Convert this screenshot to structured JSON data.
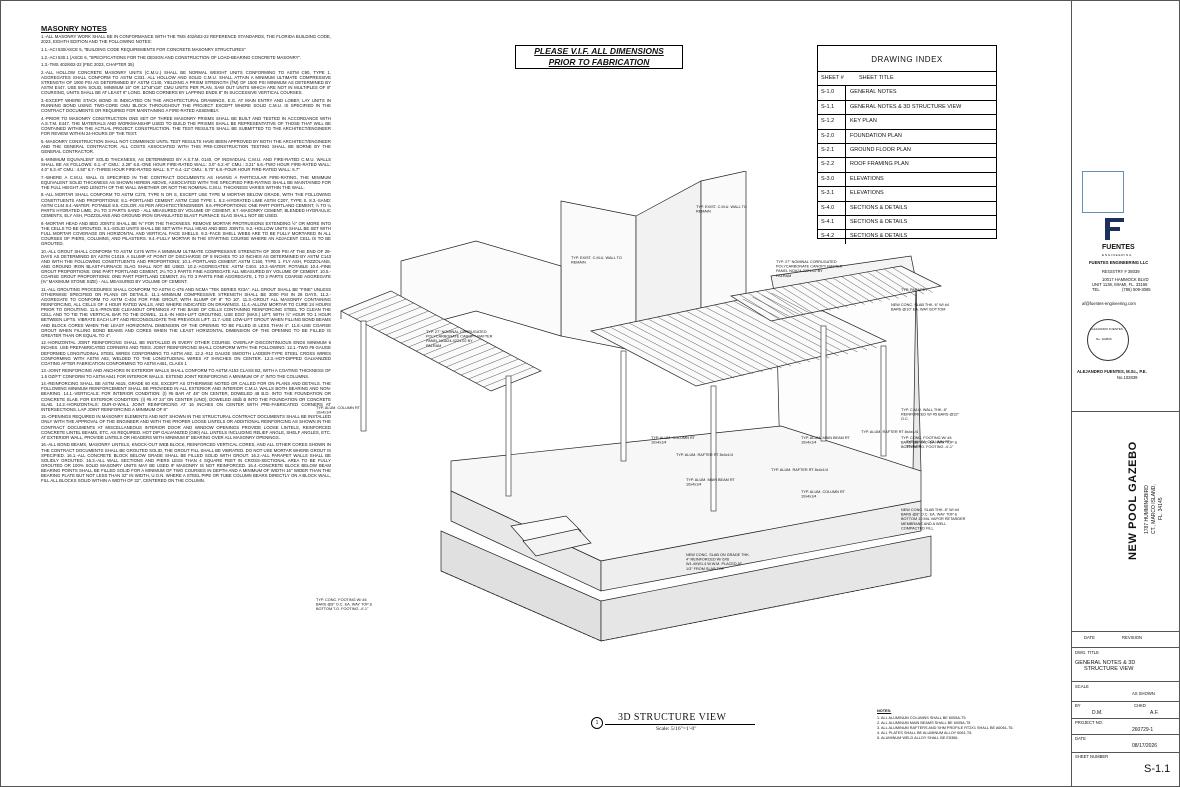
{
  "masonry_notes": {
    "title": "MASONRY NOTES",
    "paragraphs": [
      "1.-ALL MASONRY WORK SHALL BE IN CONFORMANCE WITH THE TMS 402/602-22 REFERENCE STANDARDS, THE FLORIDA BUILDING CODE, 2023, EIGHTH EDITION AND THE FOLLOWING NOTES:",
      "1.1.-ACI 530/ASCE 5, \"BUILDING CODE REQUIREMENTS FOR CONCRETE MASONRY STRUCTURES\"",
      "1.2.-ACI 530.1 (ASCE 6, \"SPECIFICATIONS FOR THE DESIGN AND CONSTRUCTION OF LOAD-BEARING CONCRETE MASONRY\".",
      "1.3.-TMS 402/602-22 (FBC 2023, CHAPTER 35)",
      "2.-ALL HOLLOW CONCRETE MASONRY UNITS (C.M.U.) SHALL BE NORMAL WEIGHT UNITS CONFORMING TO ASTM C90, TYPE 1. AGGREGATES SHALL CONFORM TO ASTM C331. ALL HOLLOW AND SOLID C.M.U. SHALL ATTAIN A MINIMUM ULTIMATE COMPRESSIVE STRENGTH OF 1900 PSI AS DETERMINED BY ASTM C140, YIELDING A PRISM STRENGTH (f'M) OF 1500 PSI MINIMUM AS DETERMINED BY ASTM E447. USE 50% SOLID, MINIMUM 16\" OR 12\"x8\"x16\" CMU UNITS PER PLAN. SAW OUT UNITS WHICH ARE NOT IN MULTIPLES OF 8\" COURSING, UNITS SHALL BE AT LEAST 8\" LONG. BOND CORNERS BY LAPPING ENDS 8\" IN SUCCESSIVE VERTICAL COURSES.",
      "3.-EXCEPT WHERE STACK BOND IS INDICATED ON THE ARCHITECTURAL DRAWINGS, E.G. AT MAIN ENTRY AND LOBBY, LAY UNITS IN RUNNING BOND USING TWO-CORE CMU BLOCK THROUGHOUT THE PROJECT EXCEPT WHERE SOLID C.M.U. IS SPECIFIED IN THE CONTRACT DOCUMENTS OR REQUIRED FOR MAINTAINING A FIRE-RATED ASSEMBLY.",
      "4.-PRIOR TO MASONRY CONSTRUCTION ONE SET OF THREE MASONRY PRISMS SHALL BE BUILT AND TESTED IN ACCORDANCE WITH A.S.T.M. E447. THE MATERIALS AND WORKMANSHIP USED TO BUILD THE PRISMS SHALL BE REPRESENTATIVE OF THOSE THAT WILL BE CONTAINED WITHIN THE ACTUAL PROJECT CONSTRUCTION. THE TEST RESULTS SHALL BE SUBMITTED TO THE ARCHITECT/ENGINEER FOR REVIEW WITHIN 24-HOURS OF THE TEST.",
      "5.-MASONRY CONSTRUCTION SHALL NOT COMMENCE UNTIL TEST RESULTS HAVE BEEN APPROVED BY BOTH THE ARCHITECT/ENGINEER AND THE GENERAL CONTRACTOR. ALL COSTS ASSOCIATED WITH THIS PRE-CONSTRUCTION TESTING SHALL BE BORNE BY THE GENERAL CONTRACTOR.",
      "6.-MINIMUM EQUIVALENT SOLID THICKNESS, AS DETERMINED BY A.S.T.M. 0140, OF INDIVIDUAL C.M.U. AND FIRE-RATED C.M.U. WALLS SHALL BE AS FOLLOWS: 6.1.-4\" CMU.: 2.28\"  6.5.-ONE HOUR FIRE-RATED WALL: 3.0\"  6.2.-6\" CMU.: 3.21\"  6.6.-TWO HOUR FIRE-RATED WALL: 4.0\"  6.3.-8\" CMU.: 4.50\"  6.7.-THREE HOUR FIRE-RATED WALL: 5.7\"  6.4.-12\" CMU.: 5.70\"  6.8.-FOUR HOUR FIRE-RATED WALL: 6.7\"",
      "7.-WHERE A C.M.U. WALL IS SPECIFIED IN THE CONTRACT DOCUMENTS AS HAVING A PARTICULAR FIRE-RATING, THE MINIMUM EQUIVALENT SOLID THICKNESS AS SHOWN HEREIN ABOVE, ASSOCIATED WITH THE SPECIFIED FIRE-RATING SHALL BE MAINTAINED FOR THE FULL HEIGHT AND LENGTH OF THE WALL WHETHER OR NOT THE NOMINAL C.M.U. THICKNESS VARIES WITHIN THE WALL.",
      "8.-ALL MORTAR SHALL CONFORM TO ASTM C270, TYPE N OR S, EXCEPT USE TYPE M MORTAR BELOW GRADE, WITH THE FOLLOWING CONSTITUENTS AND PROPORTIONS: 8.1.-PORTLAND CEMENT: ASTM C150 TYPE 1. 8.2.-HYDRATED LIME ASTM C207, TYPE S. 8.3.-SAND: ASTM C144 8.4.-WATER: POTABLE 8.5.-COLOR: AS PER ARCHITECT/ENGINEER. 8.6.-PROPORTIONS: ONE PART PORTLAND CEMENT, ½ TO ¼ PARTS HYDRATED LIME, 2¼ TO 3 PARTS SAND - ALL MEASURED BY VOLUME OF CEMENT. 8.7.-MASONRY CEMENT, BLENDED HYDRAULIC CEMENTS, ELY ASH, POZZOLANS AND GROUND IRON GRANULATED BLAST FURNACE SLAG SHALL NOT BE USED.",
      "9.-MORTAR HEAD AND BED JOINTS SHALL BE ⅜\" FOR THE THICKNESS. REMOVE MORTAR PROTRUSIONS EXTENDING ½\" OR MORE INTO THE CELLS TO BE GROUTED. 9.1.-SOLID UNITS SHALL BE SET WITH FULL HEAD AND BED JOINTS. 9.2.-HOLLOW UNITS SHALL BE SET WITH FULL MORTAR COVERAGE ON HORIZONTAL AND VERTICAL FACE SHELLS. 9.3.-FACE SHELL WEBS ARE TO BE FULLY MORTARED IN ALL COURSES OF PIERS, COLUMNS, AND PILASTERS. 9.4.-FULLY MORTAR IN THE STARTING COURSE WHERE AN ADJACENT CELL IS TO BE GROUTED.",
      "10.-ALL GROUT SHALL CONFORM TO ASTM C476 WITH A MINIMUM ULTIMATE COMPRESSIVE STRENGTH OF 3000 PSI AT THE END OF 28-DAYS AS DETERMINED BY ASTM C1019. A SLUMP AT POINT OF DISCHARGE OF 8 INCHES TO 10 INCHES AS DETERMINED BY ASTM C143 AND WITH THE FOLLOWING CONSTITUENTS AND PROPORTIONS: 10.1.-PORTLAND CEMENT: ASTM C150, TYPE 1. FLY ASH, POZZOLANS, AND GROUND IRON BLAST-FURNACE SLAG SHALL NOT BE USED. 10.2.-AGGREGATES: ASTM C404. 10.3.-WATER: POTABLE 10.4.-FINE GROUT PROPORTIONS: ONE PART PORTLAND CEMENT, 2¼ TO 3 PARTS FINE AGGREGATE ALL MEASURED BY VOLUME OF CEMENT. 10.5.-COARSE GROUT PROPORTIONS: ONE PART PORTLAND CEMENT, 2¼ TO 3 PARTS FINE AGGREGATE, 1 TO 2 PARTS COARSE AGGREGATE (⅜\" MAXIMUM STONE SIZE) - ALL MEASURED BY VOLUME OF CEMENT.",
      "11.-ALL GROUTING PROCEDURES SHALL CONFORM TO ASTM C-476 AND NCMA \"TEK SERIES #23A\". ALL GROUT SHALL BE \"FINE\" UNLESS OTHERWISE SPECIFIED ON PLANS OR DETAILS. 11.1.-MINIMUM COMPRESSIVE STRENGTH SHALL BE 3000 PSI IN 28 DAYS. 11.2.-AGGREGATE TO CONFORM TO ASTM C-404 FOR FINE GROUT, WITH SLUMP OF 8\" TO 10\". 11.3.-GROUT ALL MASONRY CONTAINING REINFORCING, ALL CELLS OF 4 HOUR RATED WALLS, AND WHERE INDICATED ON DRAWINGS. 11.4.-ALLOW MORTAR TO CURE 24 HOURS PRIOR TO GROUTING. 11.5.-PROVIDE CLEANOUT OPENINGS AT THE BASE OF CELLS CONTAINING REINFORCING STEEL TO CLEAN THE CELL AND TO TIE THE VERTICAL BAR TO THE DOWEL. 11.6.-IN HIGH-LIFT GROUTING, USE EGO' (MAX.) LIFT, WITH ½\" HOUR TO 1 HOUR BETWEEN LIFTS. VIBRATE EACH LIFT AND RECONSOLIDATE THE PREVIOUS LIFT. 11.7.-USE LOW-LIFT GROUT WHEN FILLING BOND BEAMS AND BLOCK CORES WHEN THE LEAST HORIZONTAL DIMENSION OF THE OPENING TO BE FILLED IS LESS THAN 4\". 11.8.-USE COARSE GROUT WHEN FILLING BOND BEAMS AND CORES WHEN THE LEAST HORIZONTAL DIMENSION OF THE OPENING TO BE FILLED IS GREATER THAN OR EQUAL TO 4\".",
      "12.-HORIZONTAL JOINT REINFORCING SHALL BE INSTALLED IN EVERY OTHER COURSE. OVERLAP DISCONTINUOUS ENDS MINIMUM 6 INCHES. USE PREFABRICATED CORNERS AND TEES. JOINT REINFORCING SHALL CONFORM WITH THE FOLLOWING: 12.1.-TWO #9 GAUGE DEFORMED LONGITUDINAL STEEL WIRES CONFORMING TO ASTM A82. 12.2.-#12 GAUGE SMOOTH LADDER-TYPE STEEL CROSS WIRES CONFORMING WITH ASTM A82, WELDED TO THE LONGITUDINAL WIRES AT 8-INCHES ON CENTER. 12.3.-HOT-DIPPED GALVANIZED COATING AFTER FABRICATION CONFORMING TO ASTM A461, CLASS 1",
      "13.-JOINT REINFORCING AND ANCHORS IN EXTERIOR WALLS SHALL CONFORM TO ASTM A153 CLASS B2, WITH A COATING THICKNESS OF 1.5 OZ/FT' CONFORM TO ASTM A641 FOR INTERIOR WALLS. EXTEND JOINT REINFORCING A MINIMUM OF 4\" INTO THE COLUMNS.",
      "14.-REINFORCING SHALL BE ASTM A615, GRADE 60 KSI, EXCEPT AS OTHERWISE NOTED OR CALLED FOR ON PLANS AND DETAILS. THE FOLLOWING MINIMUM REINFORCEMENT SHALL BE PROVIDED IN ALL EXTERIOR AND INTERIOR C.M.U. WALLS BOTH BEARING AND NON-BEARING. 14.1.-VERTICALS: FOR INTERIOR CONDITION: (I) #5 BAR AT 48\" ON CENTER, DOWELED 48 B.D. INTO THE FOUNDATION OR CONCRETE SLAB. FOR EXTERIOR CONDITION: (I) #5 AT 24\" ON CENTER (UNO), DOWELED 40db B INTO THE FOUNDATION OR CONCRETE SLAB. 14.2.-HORIZONTALS: DUR-O-WALL JOINT REINFORCING AT 16 INCHES ON CENTER WITH PRE-FABRICATED CORNERS AT INTERSECTIONS. LAP JOINT REINFORCING A MINIMUM OF 8\"",
      "15.-OPENINGS REQUIRED IN MASONRY ELEMENTS AND NOT SHOWN IN THE STRUCTURAL CONTRACT DOCUMENTS SHALL BE INSTALLED ONLY WITH THE APPROVAL OF THE ENGINEER AND WITH THE PROPER LOOSE LINTELS OR ADDITIONAL REINFORCING AS SHOWN IN THE CONTRACT DOCUMENTS AT MISCELLANEOUS INTERIOR DOOR AND WINDOW OPENINGS PROVIDE LOOSE LINTELS, REINFORCED CONCRETE LINTEL BEAMS, ETC. AS REQUIRED. HOT DIP GALVANIZED (G90) ALL LINTELS INCLUDING RELIEF ANGLE, SHELF ANGLES, ETC. AT EXTERIOR WALL, PROVIDE LINTELS OR HEADERS WITH MINIMUM 8\" BEARING OVER ALL MASONRY OPENINGS.",
      "16.-ALL BOND BEAMS, MASONRY LINTELS, KNOCK-OUT WEB BLOCK, REINFORCED VERTICAL CORES, AND ALL OTHER CORES SHOWN IN THE CONTRACT DOCUMENTS SHALL BE GROUTED SOLID, THE GROUT FILL SHALL BE VIBRATED. DO NOT USE MORTAR WHERE GROUT IS SPECIFIED. 16.1.-ALL CONCRETE BLOCK BELOW GRADE SHALL BE FILLED SOLID WITH GROUT. 16.2.-ALL PARAPET WALLS SHALL BE SOLIDLY GROUTED. 16.3.-ALL WALL SECTIONS AND PIERS LESS THAN 4 SQUARE FEET IN CROSS-SECTIONAL AREA TO BE FULLY GROUTED OR 100% SOLID MASONRY UNITS MAY BE USED IF MASONRY IS NOT REINFORCED. 16.4.-CONCRETE BLOCK BELOW BEAM BEARING POINTS SHALL BE FILLED SOLID FOR A MINIMUM OF TWO COURSES IN DEPTH AND A MINIMUM OF WIDTH 16\" WIDER THAN THE BEARING PLATE BUT NOT LESS THAN 32\" IN WIDTH, U.O.N. WHERE A STEEL PIPE OR TUBE COLUMN BEARS DIRECTLY ON A BLOCK WALL, FILL ALL BLOCKS SOLID WITHIN A WIDTH OF 32\", CENTERED ON THE COLUMN."
    ]
  },
  "vif_notice": {
    "line1": "PLEASE V.I.F. ALL DIMENSIONS",
    "line2": "PRIOR TO FABRICATION"
  },
  "drawing_index": {
    "title": "DRAWING INDEX",
    "header": {
      "sheet": "SHEET #",
      "title": "SHEET TITLE"
    },
    "rows": [
      {
        "sheet": "S-1.0",
        "title": "GENERAL NOTES"
      },
      {
        "sheet": "S-1.1",
        "title": "GENERAL NOTES & 3D STRUCTURE VIEW"
      },
      {
        "sheet": "S-1.2",
        "title": "KEY PLAN"
      },
      {
        "sheet": "S-2.0",
        "title": "FOUNDATION PLAN"
      },
      {
        "sheet": "S-2.1",
        "title": "GROUND FLOOR PLAN"
      },
      {
        "sheet": "S-2.2",
        "title": "ROOF FRAMING PLAN"
      },
      {
        "sheet": "S-3.0",
        "title": "ELEVATIONS"
      },
      {
        "sheet": "S-3.1",
        "title": "ELEVATIONS"
      },
      {
        "sheet": "S-4.0",
        "title": "SECTIONS & DETAILS"
      },
      {
        "sheet": "S-4.1",
        "title": "SECTIONS & DETAILS"
      },
      {
        "sheet": "S-4.2",
        "title": "SECTIONS & DETAILS"
      }
    ]
  },
  "callouts": {
    "exist_cmu_1": "TYP. EXIST. C.M.U. WALL TO REMAIN",
    "exist_cmu_2": "TYP. EXIST. C.M.U. WALL TO REMAIN",
    "canopy_1": "TYP. 27\" NOMINAL CORRUGATED POLYCARBONATE CANOPY RAFTER PANEL NOA24-0221.02 BY PALRAM",
    "canopy_2": "TYP. 27\" NOMINAL CORRUGATED POLYCARBONATE CANOPY RAFTER PANEL NOA24-0221.02 BY PALRAM",
    "parapet": "TYP. PARAPET",
    "new_slab_roof": "NEW CONC. SLAB THK. 6\" W/ #4 BARS @10\" EA. WAY BOTTOM",
    "column_1": "TYP. ALUM. COLUMN RT 10x4x1/4",
    "column_2": "TYP. ALUM. COLUMN RT 10x4x1/4",
    "column_3": "TYP. ALUM. COLUMN RT 10x4x1/4",
    "column_4": "TYP. ALUM. COLUMN RT 10x4x1/4",
    "rafter_1": "TYP. ALUM. RAFTER RT 8x4x1/4",
    "rafter_2": "TYP. ALUM. RAFTER RT 8x4x1/4",
    "rafter_3": "TYP. ALUM. RAFTER RT 8x4x1/4",
    "main_beam_1": "TYP. ALUM. MAIN BEAM RT 10x4x1/4",
    "main_beam_2": "TYP. ALUM. MAIN BEAM RT 10x4x1/4",
    "wall": "TYP. C.M.U. WALL THK. 8\" REINFORCED W/ #5 BARS @32\" O.C.",
    "footing_right": "TYP. CONC. FOOTING W/ #4 BARS @8\" O.C. EA. WAY TOP & BOTTOM T.O. FOOTING -4'-1\"",
    "footing_left": "TYP. CONC. FOOTING W/ #4 BARS @8\" O.C. EA. WAY TOP & BOTTOM T.O. FOOTING -4'-1\"",
    "slab_mid": "NEW CONC. SLAB THK. 8\" W/ #4 BARS @8\" O.C. EA. WAY TOP & BOTTOM 10 MIL VAPOR RETARDER MEMBRANE AND A WELL COMPACTED FILL",
    "slab_grade": "NEW CONC. SLAB ON GRADE THK. 4\" REINFORCED W/ 6X6 W1.4XW1.4 W.W.M. PLACED AT 1/3\" FROM SLAB TOP"
  },
  "view": {
    "number": "1",
    "title": "3D STRUCTURE VIEW",
    "scale": "Scale: 5/16\"=1'-0\""
  },
  "bottom_notes": {
    "title": "NOTES:",
    "items": [
      "1.   ALL ALUMINUM COLUMNS SHALL BE 6005A-T5",
      "2.   ALL ALUMINUM MAIN BEAMS SHALL BE 6005A-T5",
      "3.   ALL ALUMINUM RAFTERS AND SHM PROFILE RT2X1 SHALL BE A6061-T6.",
      "4.   ALL PLATES SHALL BE ALUMINUM ALLOY 6061-T6.",
      "5.   ALUMINUM WELD ALLOY SHALL BE E5356."
    ]
  },
  "title_block": {
    "company": "FUENTES ENGINEERING LLC",
    "company_sub": "E N G I N E E R I N G",
    "registry": "REGISTRY # 38039",
    "address1": "10017 HAMMOCK BLVD",
    "address2": "UNIT 1138, MIAMI, FL. 33196",
    "tel_label": "TEL",
    "tel": "(786) 509-3065",
    "email": "af@fuentes-engineering.com",
    "seal_text": "ALEJANDRO FUENTES",
    "seal_no": "No. 102839",
    "engineer": "ALEJANDRO FUENTES, M.Sc., P.E.",
    "engineer_no": "No.102839",
    "project_title": "NEW POOL GAZEBO",
    "project_addr1": "1787 HUMMINGBIRD",
    "project_addr2": "CT., MARCO ISLAND,",
    "project_addr3": "FL. 34145",
    "rev_label": "REVISION",
    "date_col": "DATE",
    "dwg_title_label": "DWG. TITLE",
    "dwg_title_1": "GENERAL NOTES & 3D",
    "dwg_title_2": "STRUCTURE VIEW",
    "scale_label": "SCALE",
    "scale": "AS SHOWN",
    "by_label": "BY",
    "chkd_label": "CHKD",
    "by": "D.M.",
    "chkd": "A.F.",
    "project_no_label": "PROJECT NO.",
    "project_no": "260729-1",
    "date_label": "DATE",
    "date": "08/17/2026",
    "sheet_label": "SHEET NUMBER",
    "sheet": "S-1.1"
  }
}
